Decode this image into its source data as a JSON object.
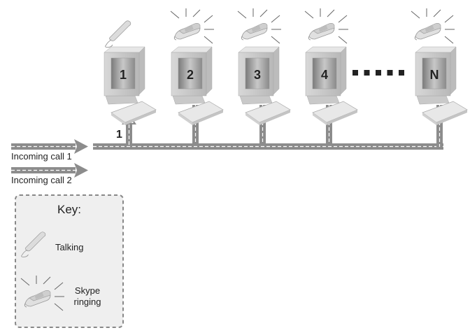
{
  "diagram": {
    "computers": [
      {
        "label": "1",
        "state": "talking"
      },
      {
        "label": "2",
        "state": "ringing"
      },
      {
        "label": "3",
        "state": "ringing"
      },
      {
        "label": "4",
        "state": "ringing"
      },
      {
        "label": "N",
        "state": "ringing"
      }
    ],
    "ellipsis_dots": 5,
    "branch_label": "1",
    "incoming": [
      {
        "label": "Incoming call 1"
      },
      {
        "label": "Incoming call 2"
      }
    ],
    "key": {
      "title": "Key:",
      "items": [
        {
          "icon": "handset-icon",
          "label_lines": [
            "Talking"
          ]
        },
        {
          "icon": "ringing-phone-icon",
          "label_lines": [
            "Skype",
            "ringing"
          ]
        }
      ]
    }
  }
}
